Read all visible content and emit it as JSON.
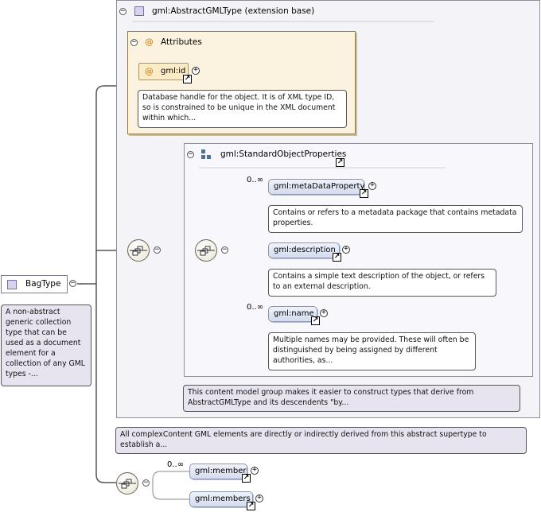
{
  "root": {
    "name": "BagType",
    "doc": "A non-abstract generic collection type that can be used as a document element for a collection of any GML types -..."
  },
  "extension": {
    "title": "gml:AbstractGMLType (extension base)",
    "doc": "All complexContent GML elements are directly or indirectly derived from this abstract supertype to establish a..."
  },
  "attributes": {
    "title": "Attributes",
    "id_name": "gml:id",
    "id_doc": "Database handle for the object. It is of XML type ID, so is constrained to be unique in the XML document within which..."
  },
  "group": {
    "title": "gml:StandardObjectProperties",
    "doc": "This content model group makes it easier to construct types that derive from AbstractGMLType and its descendents \"by...",
    "elements": [
      {
        "name": "gml:metaDataProperty",
        "occurs": "0..∞",
        "doc": "Contains or refers to a metadata package that contains metadata properties."
      },
      {
        "name": "gml:description",
        "occurs": "",
        "doc": "Contains a simple text description of the object, or refers to an external description."
      },
      {
        "name": "gml:name",
        "occurs": "0..∞",
        "doc": "Multiple names may be provided. These will often be distinguished by being assigned by different authorities, as..."
      }
    ]
  },
  "bag": {
    "elements": [
      {
        "name": "gml:member",
        "occurs": "0..∞"
      },
      {
        "name": "gml:members",
        "occurs": ""
      }
    ]
  },
  "colors": {
    "attr_bg": "#fbf3df",
    "ext_bg": "#f4f3f8",
    "elem_bg": "#d4dcee",
    "doc_bg": "#e7e3ef"
  }
}
